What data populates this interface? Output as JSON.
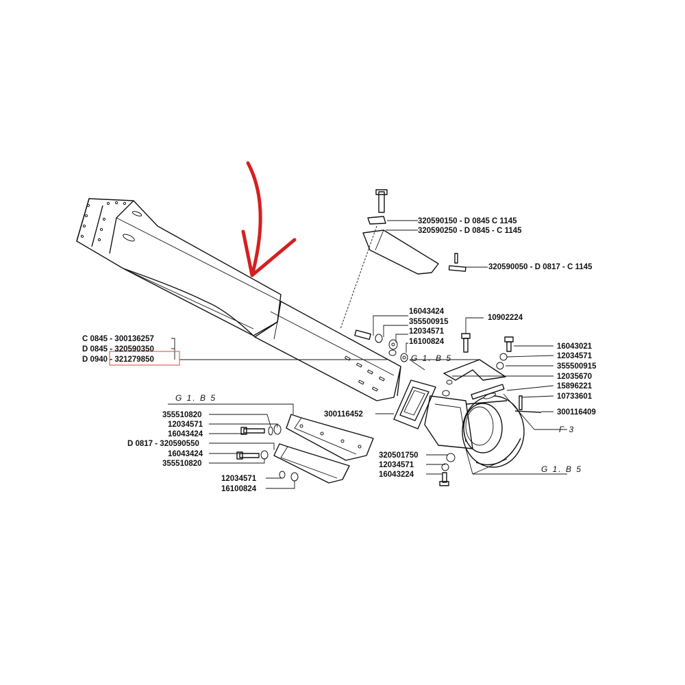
{
  "colors": {
    "arrow": "#d42020",
    "highlight_box": "#e06060",
    "ink": "#111111"
  },
  "labels": {
    "bolt_top_1": "320590150 - D 0845   C 1145",
    "bolt_top_2": "320590250 - D 0845 - C 1145",
    "pin_top": "320590050 - D 0817 - C 1145",
    "left_1": "C 0845 - 300136257",
    "left_2": "D 0845 - 320590350",
    "left_3_prefix": "D 0940 - ",
    "left_3_code": "321279850",
    "mid_1": "16043424",
    "mid_2": "355500915",
    "mid_3": "12034571",
    "mid_4": "16100824",
    "bolt_center": "10902224",
    "right_1": "16043021",
    "right_2": "12034571",
    "right_3": "355500915",
    "right_4": "12035670",
    "right_5": "15896221",
    "right_6": "10733601",
    "right_7": "300116409",
    "gasket": "300116452",
    "bl_1": "355510820",
    "bl_2": "12034571",
    "bl_3": "16043424",
    "bl_4": "D 0817 - 320590550",
    "bl_5": "16043424",
    "bl_6": "355510820",
    "bl_7": "12034571",
    "bl_8": "16100824",
    "br_1": "320501750",
    "br_2": "12034571",
    "br_3": "16043224"
  },
  "groups": {
    "g_left": "G 1. B 5",
    "g_mid": "G 1. B 5",
    "g_f3": "F 3",
    "g_right": "G 1. B 5"
  }
}
